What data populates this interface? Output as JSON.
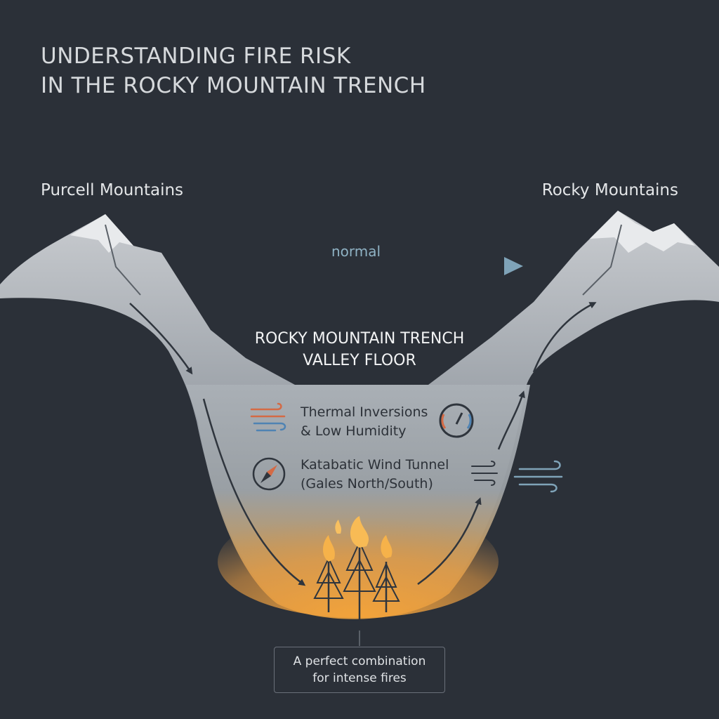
{
  "title": {
    "line1": "UNDERSTANDING FIRE RISK",
    "line2": "IN THE ROCKY MOUNTAIN TRENCH"
  },
  "mountains": {
    "left": "Purcell Mountains",
    "right": "Rocky Mountains"
  },
  "wind": {
    "label": "normal"
  },
  "valley": {
    "line1": "ROCKY MOUNTAIN TRENCH",
    "line2": "VALLEY FLOOR"
  },
  "factors": [
    {
      "line1": "Thermal Inversions",
      "line2": "& Low Humidity",
      "icon": "wind-icon",
      "end_icon": "gauge-icon"
    },
    {
      "line1": "Katabatic Wind Tunnel",
      "line2": "(Gales North/South)",
      "icon": "compass-icon",
      "end_icon": "wind-icon"
    }
  ],
  "callout": {
    "line1": "A perfect combination",
    "line2": "for intense fires"
  },
  "colors": {
    "background": "#2b3038",
    "fire": "#f0a030",
    "airflow": "#2f353d",
    "wind": "#7fa3b8"
  }
}
